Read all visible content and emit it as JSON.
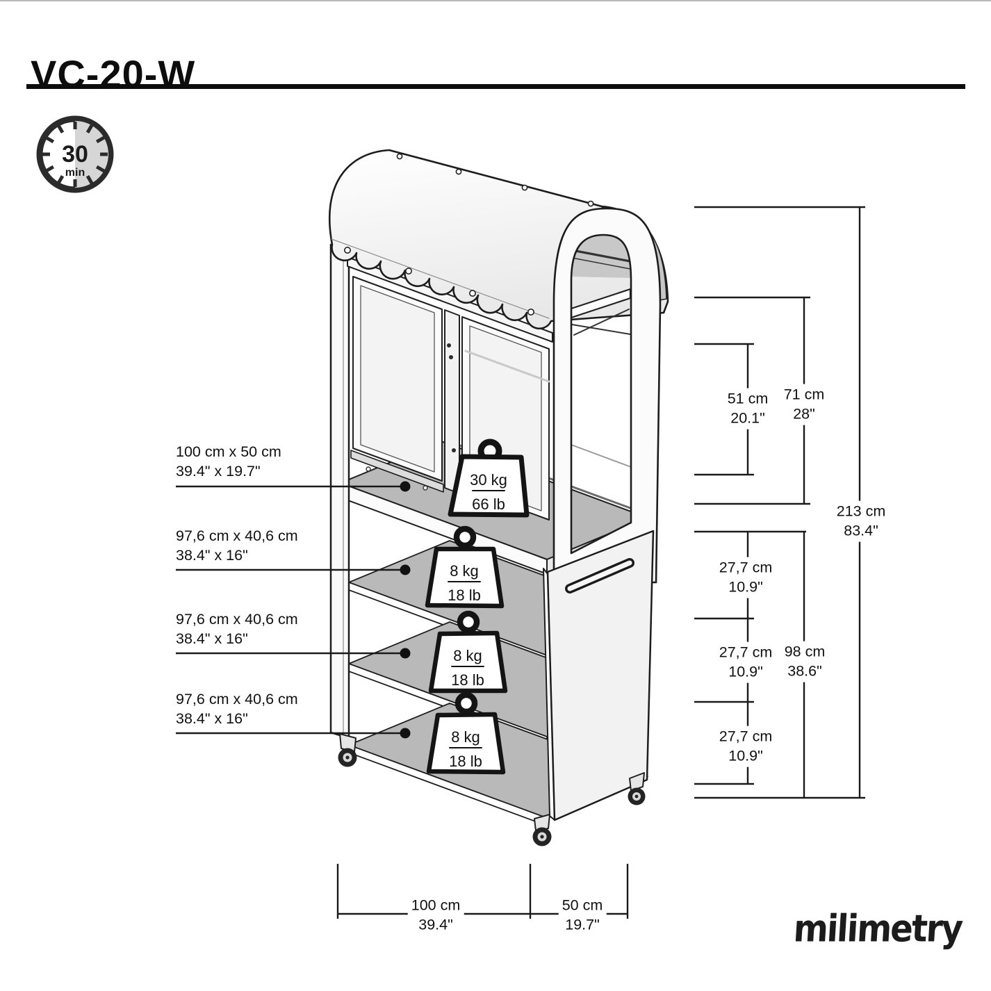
{
  "title": "VC-20-W",
  "clock": {
    "value": "30",
    "unit": "min"
  },
  "brand": "milimetry",
  "left_labels": [
    {
      "metric": "100 cm x 50 cm",
      "imperial": "39.4\" x 19.7\""
    },
    {
      "metric": "97,6 cm x 40,6 cm",
      "imperial": "38.4\" x 16\""
    },
    {
      "metric": "97,6 cm x 40,6 cm",
      "imperial": "38.4\" x 16\""
    },
    {
      "metric": "97,6 cm x 40,6 cm",
      "imperial": "38.4\" x 16\""
    }
  ],
  "weight_badges": [
    {
      "metric": "30 kg",
      "imperial": "66 lb"
    },
    {
      "metric": "8 kg",
      "imperial": "18 lb"
    },
    {
      "metric": "8 kg",
      "imperial": "18 lb"
    },
    {
      "metric": "8 kg",
      "imperial": "18 lb"
    }
  ],
  "right_dims": {
    "d51": {
      "metric": "51 cm",
      "imperial": "20.1\""
    },
    "d71": {
      "metric": "71 cm",
      "imperial": "28\""
    },
    "d213": {
      "metric": "213 cm",
      "imperial": "83.4\""
    },
    "d277a": {
      "metric": "27,7 cm",
      "imperial": "10.9\""
    },
    "d277b": {
      "metric": "27,7 cm",
      "imperial": "10.9\""
    },
    "d277c": {
      "metric": "27,7 cm",
      "imperial": "10.9\""
    },
    "d98": {
      "metric": "98 cm",
      "imperial": "38.6\""
    }
  },
  "bottom_dims": {
    "w100": {
      "metric": "100 cm",
      "imperial": "39.4\""
    },
    "w50": {
      "metric": "50 cm",
      "imperial": "19.7\""
    }
  }
}
